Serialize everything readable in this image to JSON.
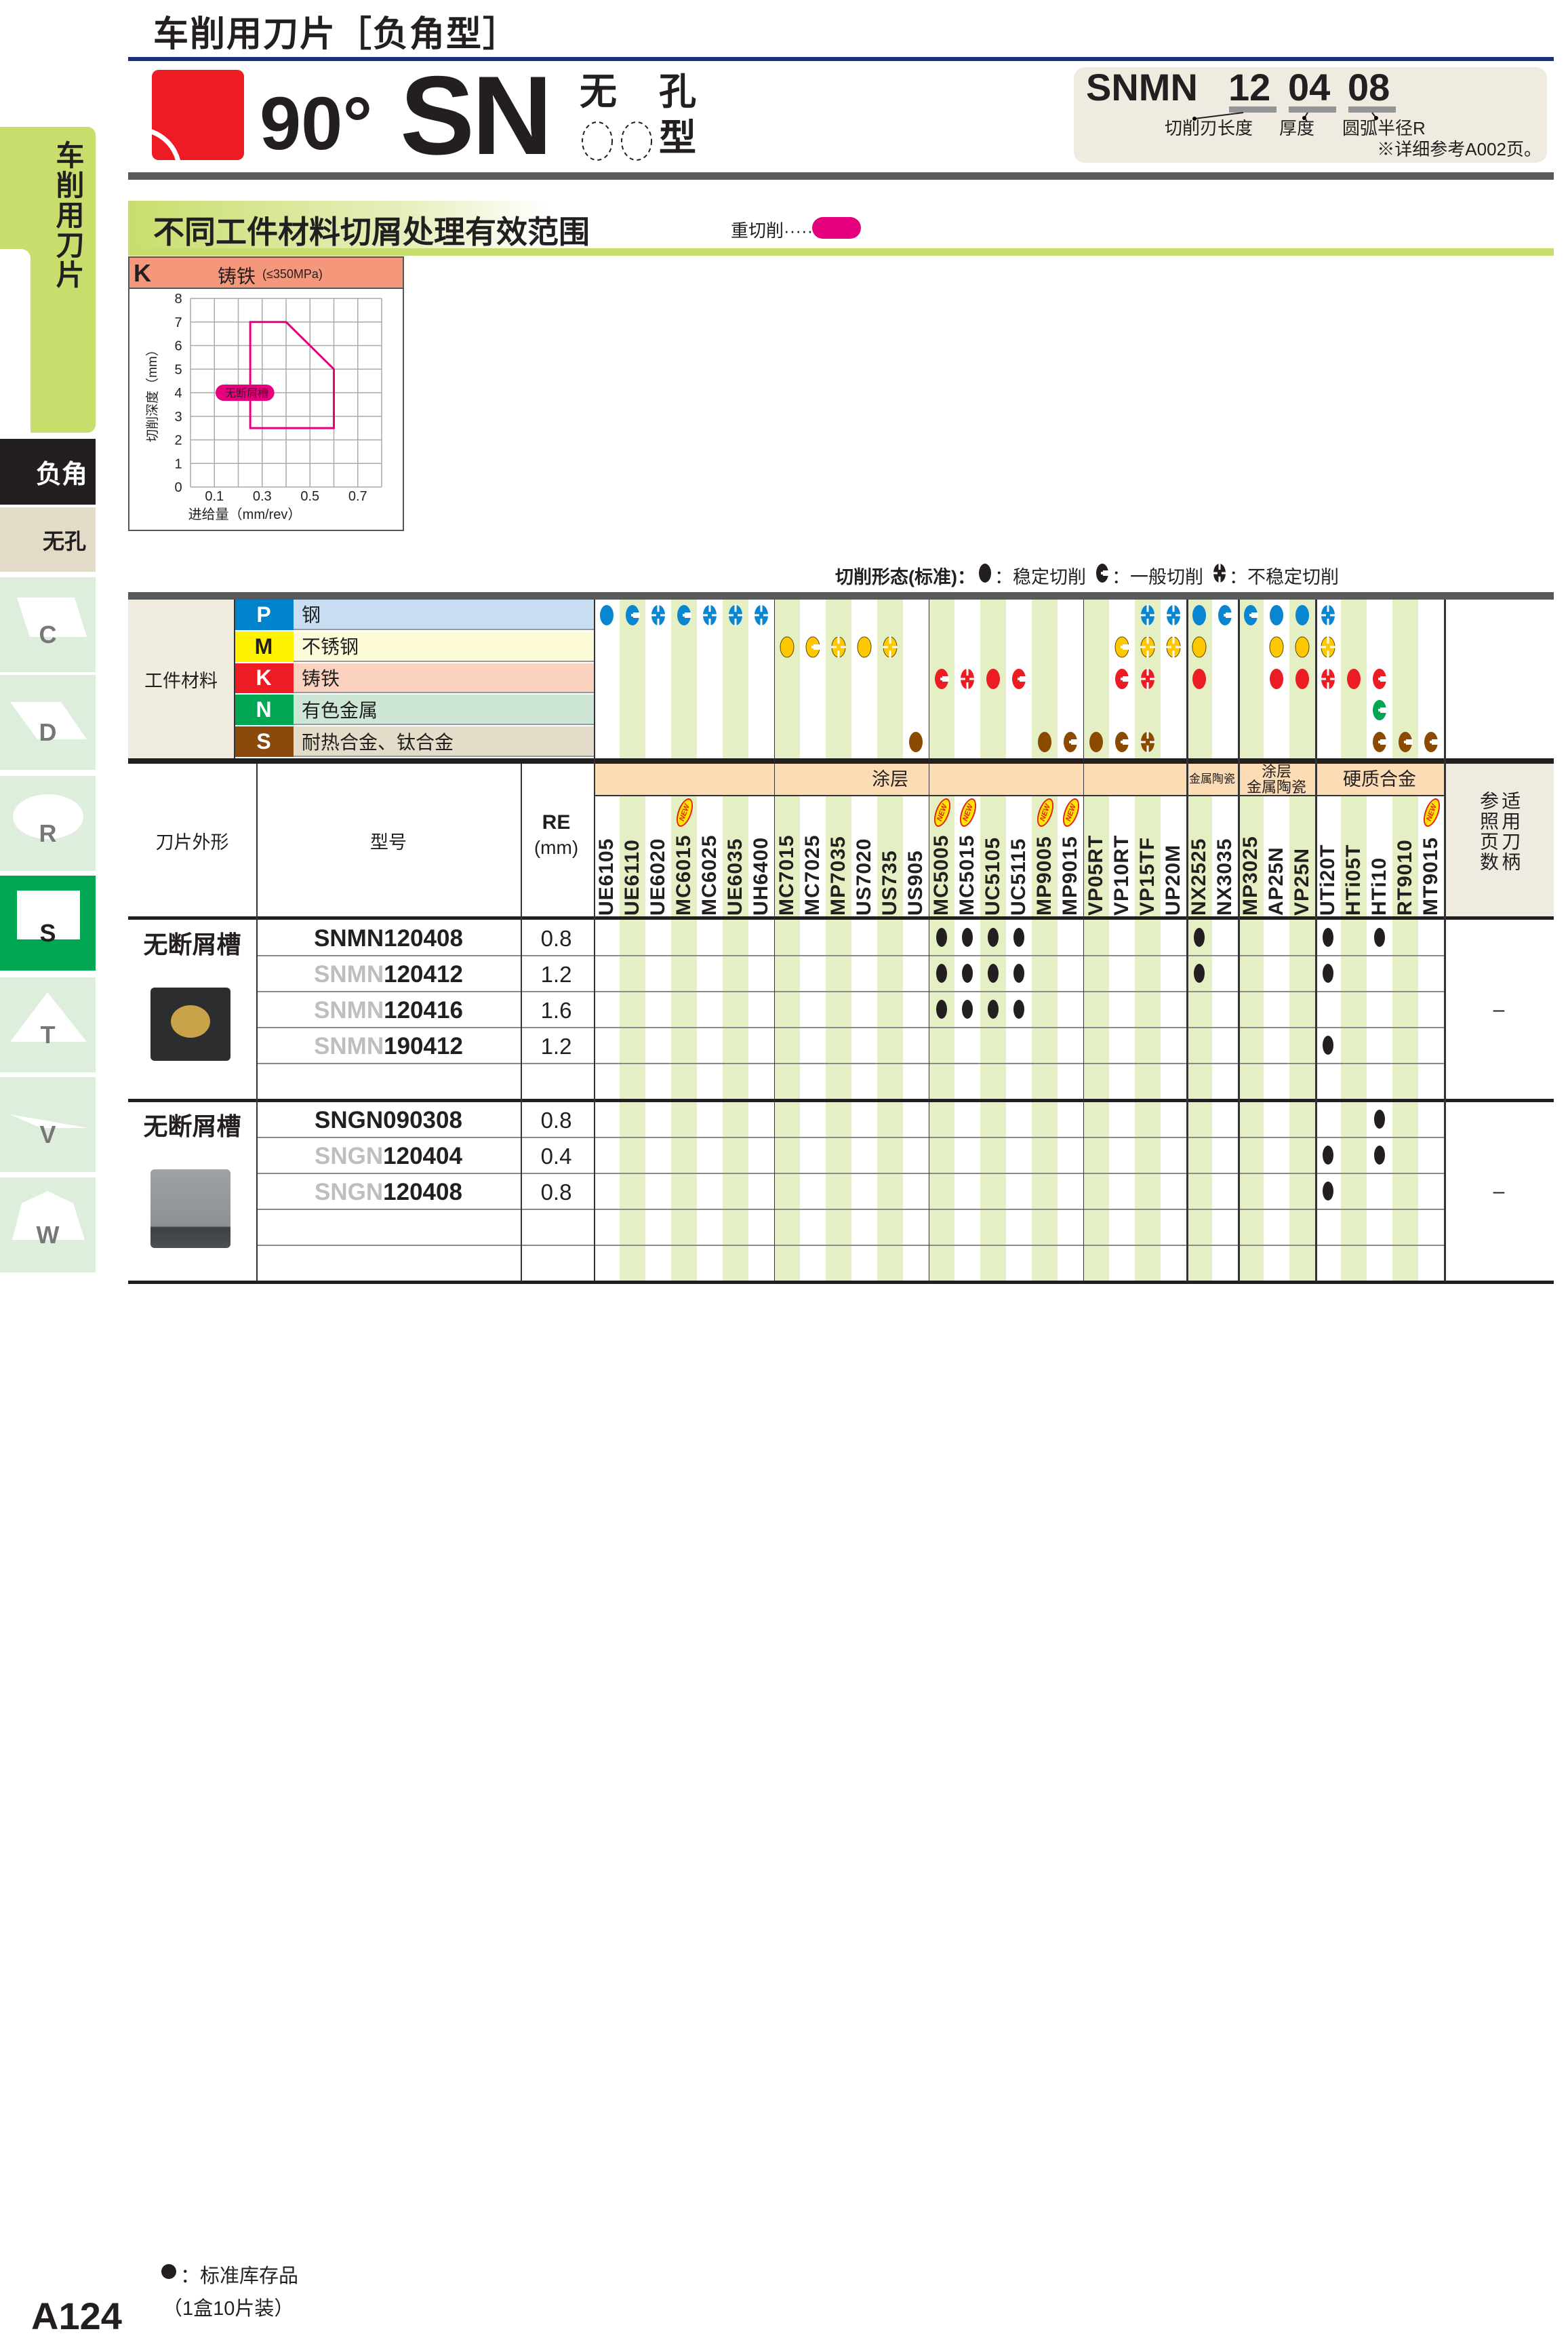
{
  "page_title": "车削用刀片［负角型］",
  "sidebar": {
    "category": "车削用刀片",
    "angle": "负角",
    "hole": "无孔",
    "shapes": [
      {
        "label": "C",
        "active": false
      },
      {
        "label": "D",
        "active": false
      },
      {
        "label": "R",
        "active": false
      },
      {
        "label": "S",
        "active": true
      },
      {
        "label": "T",
        "active": false
      },
      {
        "label": "V",
        "active": false
      },
      {
        "label": "W",
        "active": false
      }
    ]
  },
  "hero": {
    "angle": "90°",
    "shape_code": "SN",
    "hole_type_1": "无",
    "hole_type_2": "孔",
    "hole_type_3": "型",
    "code_example": {
      "prefix": "SNMN",
      "parts": [
        "12",
        "04",
        "08"
      ],
      "part_labels": [
        "切削刃长度",
        "厚度",
        "圆弧半径R"
      ],
      "note": "※详细参考A002页。"
    }
  },
  "section": {
    "title": "不同工件材料切屑处理有效范围",
    "heavy_cut_label": "重切削·····"
  },
  "chart_data": {
    "type": "area",
    "material_letter": "K",
    "title": "铸铁",
    "subtitle": "(≤350MPa)",
    "xlabel": "进给量（mm/rev）",
    "ylabel": "切削深度（mm）",
    "xlim": [
      0,
      0.8
    ],
    "ylim": [
      0,
      8
    ],
    "xticks": [
      "0.1",
      "0.3",
      "0.5",
      "0.7"
    ],
    "xtick_values": [
      0.1,
      0.3,
      0.5,
      0.7
    ],
    "yticks": [
      "0",
      "1",
      "2",
      "3",
      "4",
      "5",
      "6",
      "7",
      "8"
    ],
    "grid": true,
    "series": [
      {
        "name": "无断屑槽",
        "color": "#e6007e",
        "polygon": [
          [
            0.25,
            2.5
          ],
          [
            0.25,
            7
          ],
          [
            0.4,
            7
          ],
          [
            0.6,
            5
          ],
          [
            0.6,
            2.5
          ]
        ]
      }
    ]
  },
  "legend": {
    "title": "切削形态(标准)：",
    "stable": "：稳定切削",
    "general": "：一般切削",
    "unstable": "：不稳定切削"
  },
  "table": {
    "work_material_label": "工件材料",
    "insert_shape_label": "刀片外形",
    "model_label": "型号",
    "re_label": "RE",
    "re_unit": "(mm)",
    "holder_ref_label": "适用刀柄参照页数",
    "groups": [
      {
        "label": "涂层",
        "from": 0,
        "to": 22
      },
      {
        "label": "金属陶瓷",
        "from": 23,
        "to": 24
      },
      {
        "label": "涂层\n金属陶瓷",
        "from": 25,
        "to": 27
      },
      {
        "label": "硬质合金",
        "from": 28,
        "to": 32
      }
    ],
    "grades": [
      "UE6105",
      "UE6110",
      "UE6020",
      "MC6015",
      "MC6025",
      "UE6035",
      "UH6400",
      "MC7015",
      "MC7025",
      "MP7035",
      "US7020",
      "US735",
      "US905",
      "MC5005",
      "MC5015",
      "UC5105",
      "UC5115",
      "MP9005",
      "MP9015",
      "VP05RT",
      "VP10RT",
      "VP15TF",
      "UP20M",
      "NX2525",
      "NX3035",
      "MP3025",
      "AP25N",
      "VP25N",
      "UTi20T",
      "HTi05T",
      "HTi10",
      "RT9010",
      "MT9015"
    ],
    "new_badge": "NEW",
    "new_grades": [
      3,
      13,
      14,
      17,
      18,
      32
    ],
    "materials": [
      {
        "letter": "P",
        "name": "钢",
        "color": "#0083cc",
        "bg": "#c9def3",
        "symbol_color": "#0a86d0",
        "symbols": [
          "s",
          "g",
          "u",
          "g",
          "u",
          "u",
          "u",
          "",
          "",
          "",
          "",
          "",
          "",
          "",
          "",
          "",
          "",
          "",
          "",
          "",
          "",
          "u",
          "u",
          "s",
          "g",
          "g",
          "s",
          "s",
          "u",
          "",
          "",
          "",
          ""
        ]
      },
      {
        "letter": "M",
        "name": "不锈钢",
        "color": "#fff200",
        "bg": "#fefbd8",
        "symbol_color": "#ffc800",
        "symbols": [
          "",
          "",
          "",
          "",
          "",
          "",
          "",
          "s",
          "g",
          "u",
          "s",
          "u",
          "",
          "",
          "",
          "",
          "",
          "",
          "",
          "",
          "g",
          "u",
          "u",
          "s",
          "",
          "",
          "s",
          "s",
          "u",
          "",
          "",
          "",
          ""
        ]
      },
      {
        "letter": "K",
        "name": "铸铁",
        "color": "#ed1c24",
        "bg": "#fbd2c0",
        "symbol_color": "#ec1c24",
        "symbols": [
          "",
          "",
          "",
          "",
          "",
          "",
          "",
          "",
          "",
          "",
          "",
          "",
          "",
          "g",
          "u",
          "s",
          "g",
          "",
          "",
          "",
          "g",
          "u",
          "",
          "s",
          "",
          "",
          "s",
          "s",
          "u",
          "s",
          "g",
          "",
          ""
        ]
      },
      {
        "letter": "N",
        "name": "有色金属",
        "color": "#00a651",
        "bg": "#cde6d5",
        "symbol_color": "#00a651",
        "symbols": [
          "",
          "",
          "",
          "",
          "",
          "",
          "",
          "",
          "",
          "",
          "",
          "",
          "",
          "",
          "",
          "",
          "",
          "",
          "",
          "",
          "",
          "",
          "",
          "",
          "",
          "",
          "",
          "",
          "",
          "",
          "g",
          "",
          ""
        ]
      },
      {
        "letter": "S",
        "name": "耐热合金、钛合金",
        "color": "#8b4a0c",
        "bg": "#e3dcc8",
        "symbol_color": "#8b4a00",
        "symbols": [
          "",
          "",
          "",
          "",
          "",
          "",
          "",
          "",
          "",
          "",
          "",
          "",
          "s",
          "",
          "",
          "",
          "",
          "s",
          "g",
          "s",
          "g",
          "u",
          "",
          "",
          "",
          "",
          "",
          "",
          "",
          "",
          "g",
          "g",
          "g"
        ]
      }
    ],
    "insert_groups": [
      {
        "chipbreaker": "无断屑槽",
        "image": "snmn-insert",
        "holder_ref": "–",
        "rows": [
          {
            "prefix": "SNMN",
            "size": "120408",
            "prefix_faded": false,
            "re": "0.8",
            "stock": [
              13,
              14,
              15,
              16,
              23,
              28,
              30
            ]
          },
          {
            "prefix": "SNMN",
            "size": "120412",
            "prefix_faded": true,
            "re": "1.2",
            "stock": [
              13,
              14,
              15,
              16,
              23,
              28
            ]
          },
          {
            "prefix": "SNMN",
            "size": "120416",
            "prefix_faded": true,
            "re": "1.6",
            "stock": [
              13,
              14,
              15,
              16
            ]
          },
          {
            "prefix": "SNMN",
            "size": "190412",
            "prefix_faded": true,
            "re": "1.2",
            "stock": [
              28
            ]
          }
        ]
      },
      {
        "chipbreaker": "无断屑槽",
        "image": "sngn-insert",
        "holder_ref": "–",
        "rows": [
          {
            "prefix": "SNGN",
            "size": "090308",
            "prefix_faded": false,
            "re": "0.8",
            "stock": [
              30
            ]
          },
          {
            "prefix": "SNGN",
            "size": "120404",
            "prefix_faded": true,
            "re": "0.4",
            "stock": [
              28,
              30
            ]
          },
          {
            "prefix": "SNGN",
            "size": "120408",
            "prefix_faded": true,
            "re": "0.8",
            "stock": [
              28
            ]
          }
        ]
      }
    ]
  },
  "footer": {
    "stock_note": "：标准库存品",
    "pack_note": "（1盒10片装）",
    "page_number": "A124"
  },
  "colors": {
    "accent_green": "#c8de6c",
    "stripe": "#e5efc4",
    "header_peach": "#fcdcb5",
    "navy": "#1b2f7d",
    "magenta": "#e6007e"
  }
}
